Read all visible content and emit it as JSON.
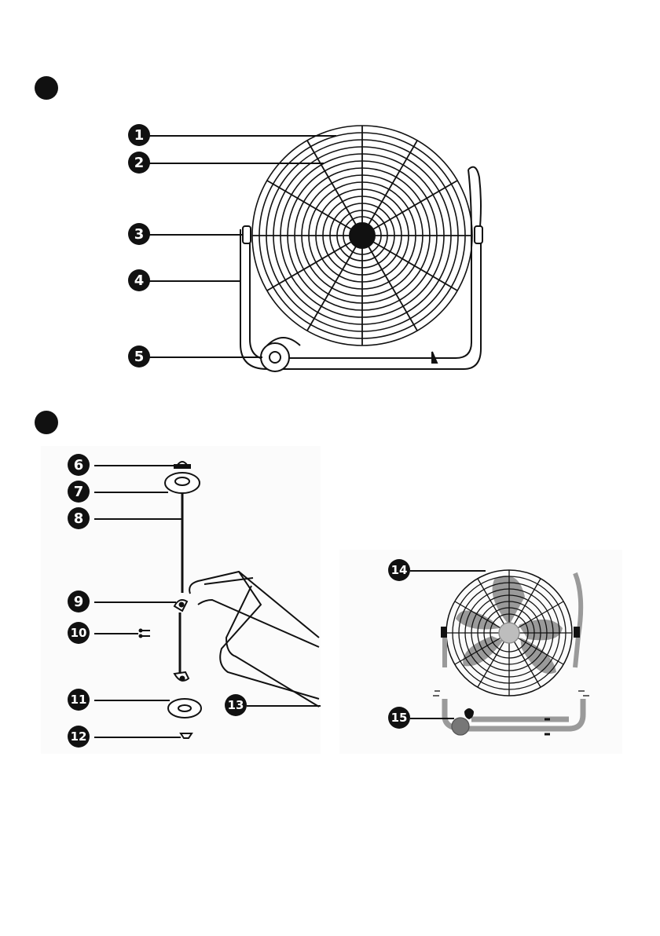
{
  "sections": [
    {
      "id": "A",
      "label": ""
    },
    {
      "id": "B",
      "label": ""
    }
  ],
  "callouts": [
    {
      "num": "1"
    },
    {
      "num": "2"
    },
    {
      "num": "3"
    },
    {
      "num": "4"
    },
    {
      "num": "5"
    },
    {
      "num": "6"
    },
    {
      "num": "7"
    },
    {
      "num": "8"
    },
    {
      "num": "9"
    },
    {
      "num": "10"
    },
    {
      "num": "11"
    },
    {
      "num": "12"
    },
    {
      "num": "13"
    },
    {
      "num": "14"
    },
    {
      "num": "15"
    }
  ],
  "colors": {
    "ink": "#111111",
    "grey_part": "#9a9a9a",
    "panel_bg": "#fbfbfb"
  }
}
